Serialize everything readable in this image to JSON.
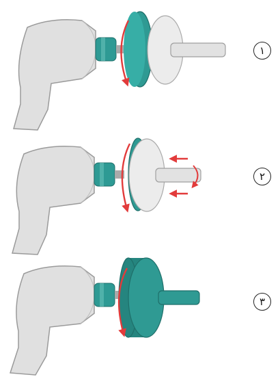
{
  "steps": [
    {
      "label": "١"
    },
    {
      "label": "٢"
    },
    {
      "label": "٣"
    }
  ],
  "colors": {
    "tool_body": "#e0e0e0",
    "tool_outline": "#9a9a9a",
    "chuck": "#2e9a94",
    "teal": "#2f9a93",
    "disc_white": "#ececec",
    "arrow": "#e23b3b"
  },
  "icons": [
    "drill-icon",
    "sanding-disc-icon",
    "rotation-arrow-icon"
  ]
}
